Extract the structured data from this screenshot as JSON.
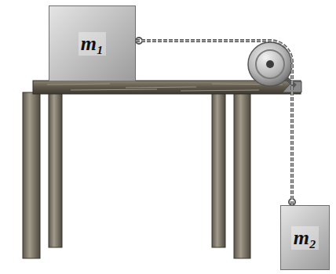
{
  "diagram": {
    "nodes": [
      {
        "text": [
          "m₁"
        ]
      },
      {
        "text": [
          "m₂"
        ]
      }
    ],
    "edges": [
      {
        "from": 0,
        "to": 1,
        "arrow": "none"
      }
    ]
  }
}
